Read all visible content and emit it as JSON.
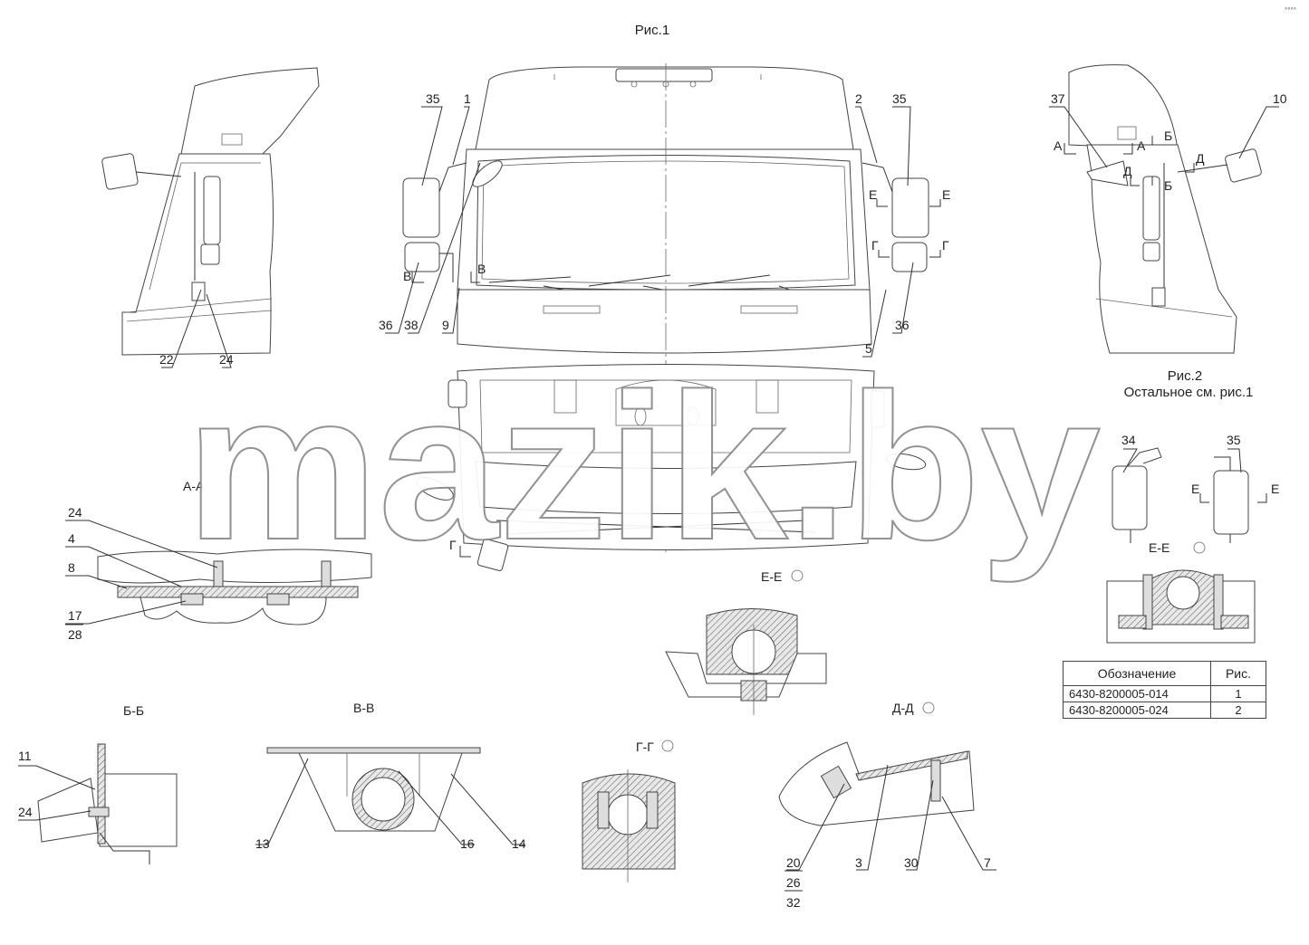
{
  "figures": {
    "fig1_caption": "Рис.1",
    "fig2_caption": "Рис.2",
    "fig2_note": "Остальное см. рис.1"
  },
  "sections": {
    "a_a": "А-А",
    "b_b": "Б-Б",
    "v_v": "В-В",
    "g_g": "Г-Г",
    "d_d": "Д-Д",
    "e_e_center": "Е-Е",
    "e_e_right": "Е-Е"
  },
  "section_marks": {
    "a": "А",
    "b": "Б",
    "v": "В",
    "g": "Г",
    "d": "Д",
    "e": "Е"
  },
  "callouts": {
    "n1": "1",
    "n2": "2",
    "n3": "3",
    "n4": "4",
    "n5": "5",
    "n7": "7",
    "n8": "8",
    "n9": "9",
    "n10": "10",
    "n11": "11",
    "n13": "13",
    "n14": "14",
    "n16": "16",
    "n17": "17",
    "n20": "20",
    "n22": "22",
    "n24": "24",
    "n26": "26",
    "n28": "28",
    "n30": "30",
    "n32": "32",
    "n34": "34",
    "n35": "35",
    "n36": "36",
    "n37": "37",
    "n38": "38"
  },
  "table": {
    "header_designation": "Обозначение",
    "header_fig": "Рис.",
    "rows": [
      {
        "designation": "6430-8200005-014",
        "fig": "1"
      },
      {
        "designation": "6430-8200005-024",
        "fig": "2"
      }
    ]
  },
  "watermark": "mazik.by",
  "corner_mark": "◦◦◦◦"
}
